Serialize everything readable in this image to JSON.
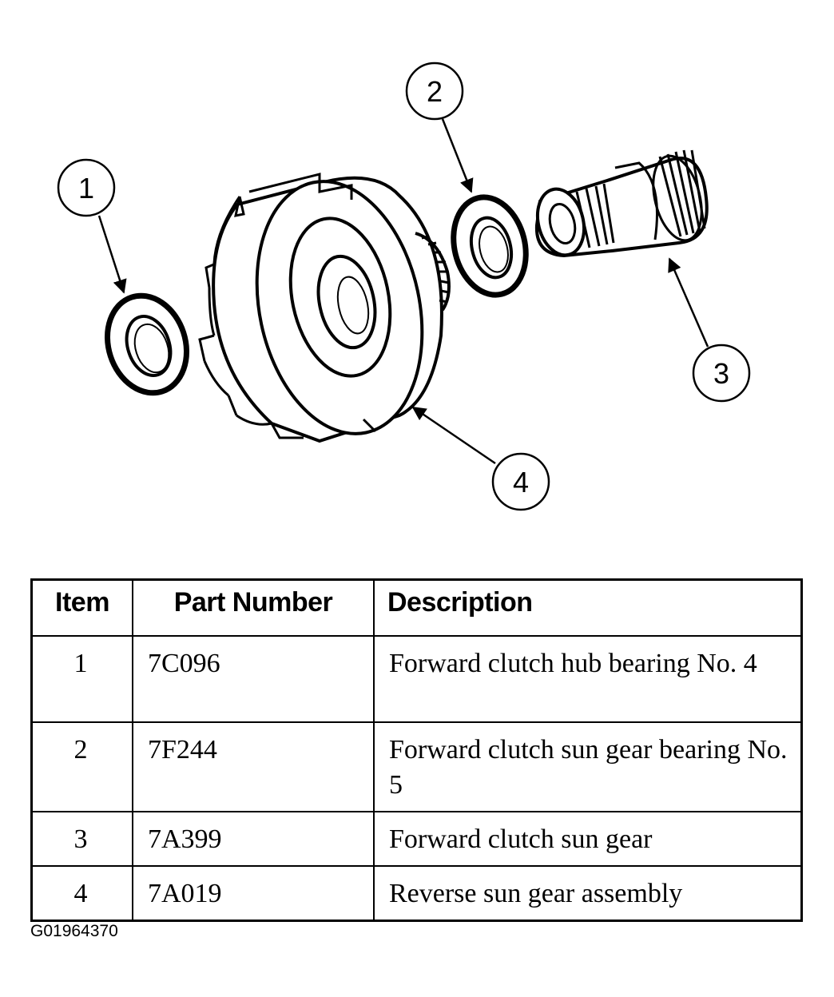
{
  "callouts": [
    "1",
    "2",
    "3",
    "4"
  ],
  "table": {
    "headers": {
      "item": "Item",
      "part_number": "Part Number",
      "description": "Description"
    },
    "rows": [
      {
        "item": "1",
        "part_number": "7C096",
        "description": "Forward clutch hub bearing No. 4"
      },
      {
        "item": "2",
        "part_number": "7F244",
        "description": "Forward clutch sun gear bearing No. 5"
      },
      {
        "item": "3",
        "part_number": "7A399",
        "description": "Forward clutch sun gear"
      },
      {
        "item": "4",
        "part_number": "7A019",
        "description": "Reverse sun gear assembly"
      }
    ]
  },
  "figure_id": "G01964370"
}
